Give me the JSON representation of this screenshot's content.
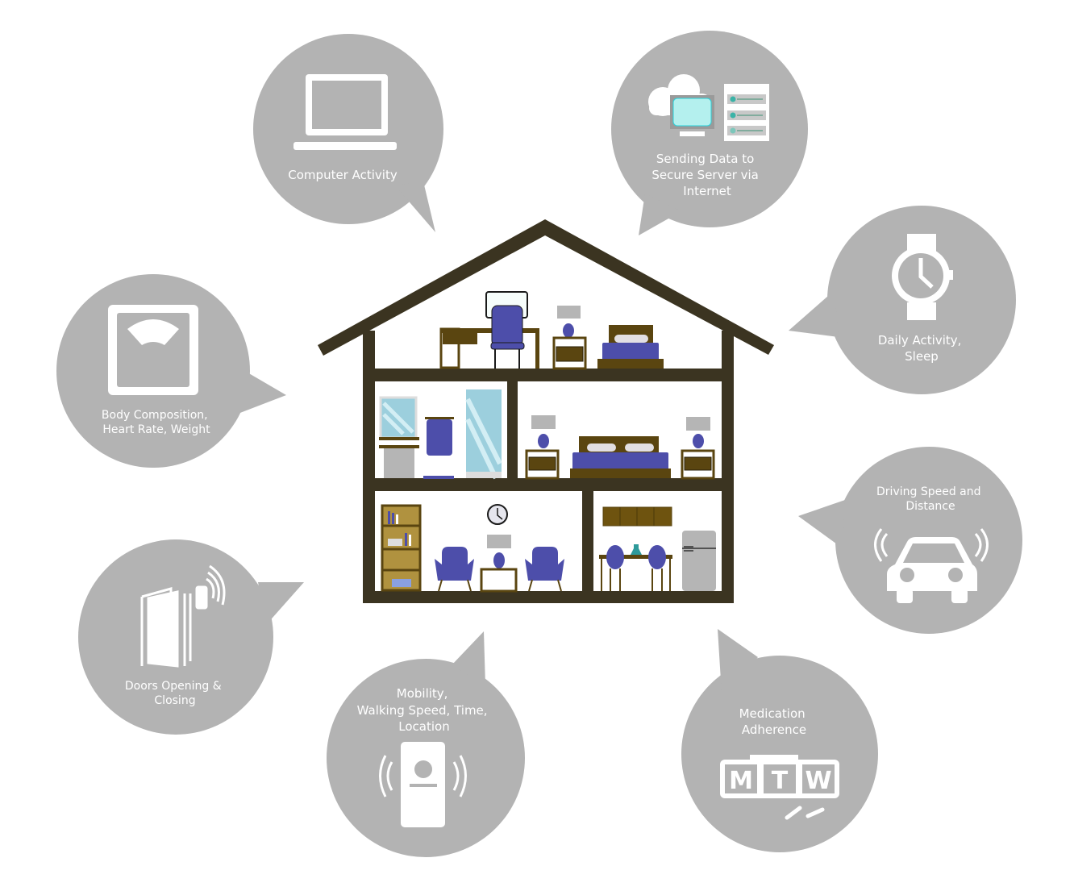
{
  "bubbles": {
    "computer": {
      "lines": [
        "Computer Activity"
      ]
    },
    "server": {
      "lines": [
        "Sending Data to",
        "Secure Server via",
        "Internet"
      ]
    },
    "daily": {
      "lines": [
        "Daily Activity,",
        "Sleep"
      ]
    },
    "body": {
      "lines": [
        "Body Composition,",
        "Heart Rate, Weight"
      ]
    },
    "driving": {
      "lines": [
        "Driving Speed and",
        "Distance"
      ]
    },
    "doors": {
      "lines": [
        "Doors Opening &",
        "Closing"
      ]
    },
    "mobility": {
      "lines": [
        "Mobility,",
        "Walking Speed, Time,",
        "Location"
      ]
    },
    "medication": {
      "lines": [
        "Medication",
        "Adherence"
      ],
      "pill_box_letters": [
        "M",
        "T",
        "W"
      ]
    }
  },
  "colors": {
    "bubble": "#b3b3b3",
    "house_frame": "#3b3421",
    "wood": "#5a4510",
    "purple": "#4d4eaa",
    "lamp_shade": "#b5b5b5",
    "glass": "#9ccfdd"
  }
}
